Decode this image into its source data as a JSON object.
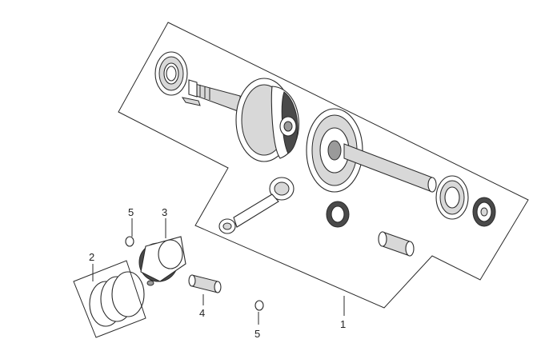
{
  "diagram": {
    "type": "exploded-parts-view",
    "callouts": {
      "crankshaft_assembly": "1",
      "piston_rings": "2",
      "piston": "3",
      "piston_pin": "4",
      "circlip_upper": "5",
      "circlip_lower": "5"
    }
  }
}
